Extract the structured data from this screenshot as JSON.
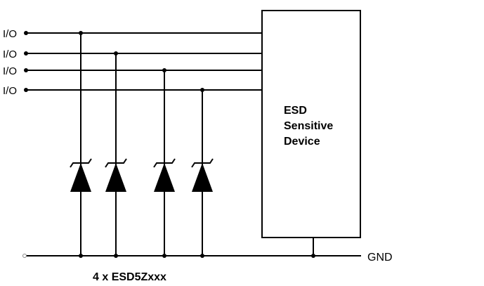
{
  "io_labels": [
    "I/O",
    "I/O",
    "I/O",
    "I/O"
  ],
  "device": {
    "line1": "ESD",
    "line2": "Sensitive",
    "line3": "Device"
  },
  "ground_label": "GND",
  "caption": "4 x ESD5Zxxx",
  "colors": {
    "line": "#000000",
    "background": "#ffffff"
  }
}
